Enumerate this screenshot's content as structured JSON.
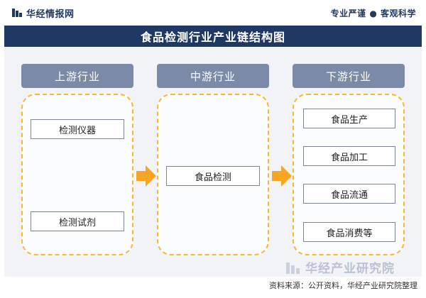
{
  "header": {
    "brand": "华经情报网",
    "slogan": "专业严谨 ● 客观科学"
  },
  "title": "食品检测行业产业链结构图",
  "columns": [
    {
      "label": "上游行业",
      "items": [
        "检测仪器",
        "检测试剂"
      ]
    },
    {
      "label": "中游行业",
      "items": [
        "食品检测"
      ]
    },
    {
      "label": "下游行业",
      "items": [
        "食品生产",
        "食品加工",
        "食品流通",
        "食品消费等"
      ]
    }
  ],
  "watermark": {
    "brand": "华经产业研究院"
  },
  "footer": {
    "source": "资料来源：公开资料，华经产业研究院整理"
  },
  "colors": {
    "title_bg": "#1f3864",
    "header_bg": "#7b8aa6",
    "dash": "#f7b733",
    "arrow": "#f5a623"
  }
}
